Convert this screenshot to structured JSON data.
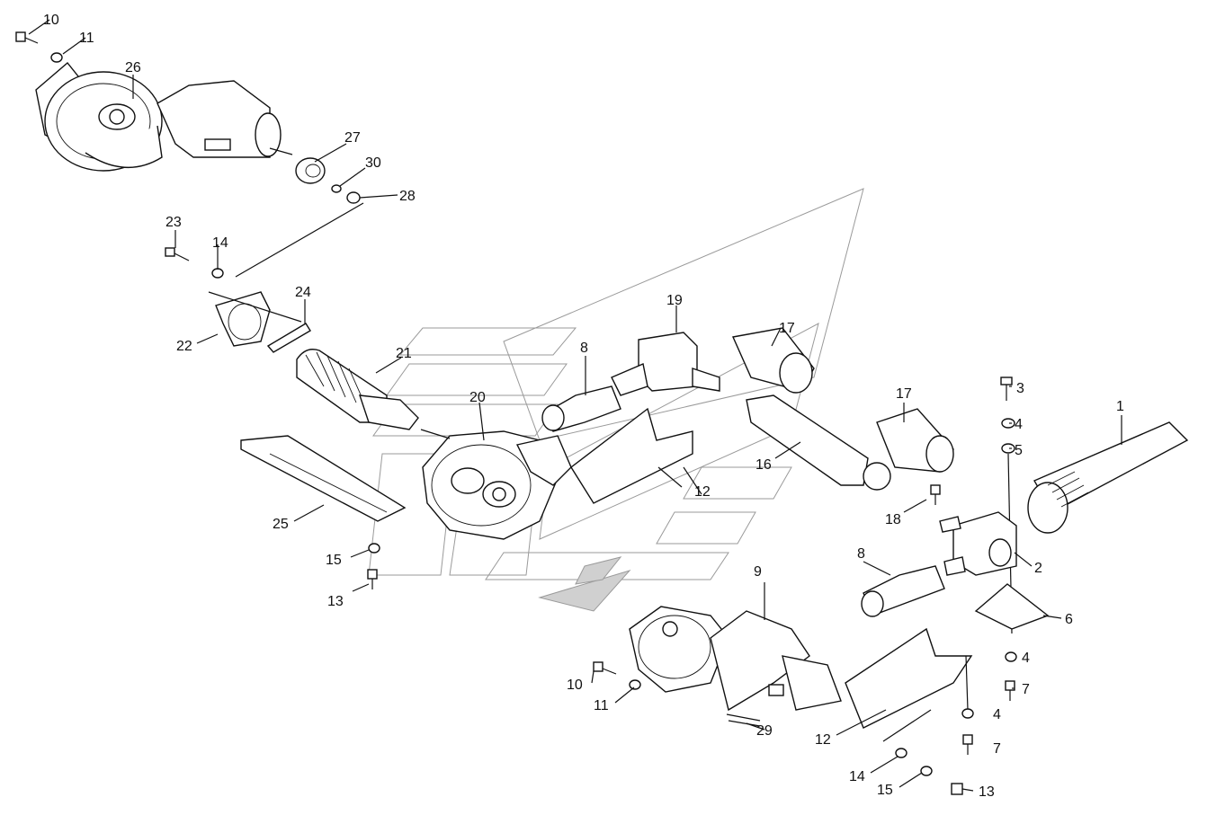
{
  "diagram": {
    "labels": [
      "1",
      "2",
      "3",
      "4",
      "5",
      "6",
      "7",
      "8",
      "9",
      "10",
      "11",
      "12",
      "13",
      "14",
      "15",
      "16",
      "17",
      "18",
      "19",
      "20",
      "21",
      "22",
      "23",
      "24",
      "25",
      "26",
      "27",
      "28",
      "29",
      "30"
    ]
  }
}
